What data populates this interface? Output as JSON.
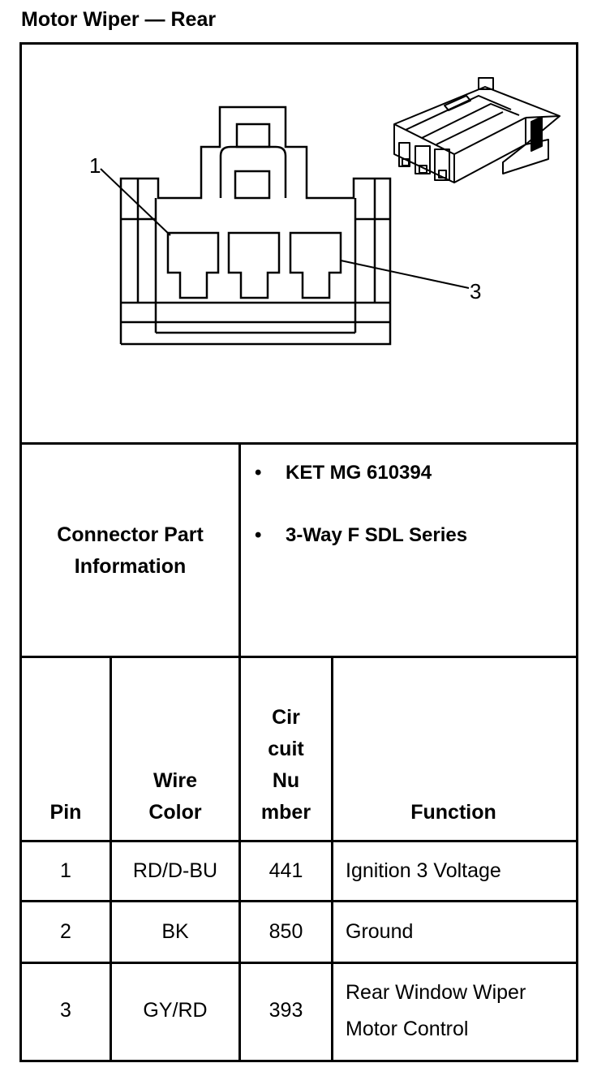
{
  "title": "Motor Wiper — Rear",
  "figure": {
    "callouts": [
      "1",
      "3"
    ],
    "colors": {
      "stroke": "#000000",
      "background": "#ffffff"
    }
  },
  "part_info": {
    "label_line1": "Connector Part",
    "label_line2": "Information",
    "items": [
      "KET MG 610394",
      "3-Way F SDL Series"
    ],
    "bullet": "•"
  },
  "pin_table": {
    "headers": {
      "pin": [
        "Pin"
      ],
      "wire_color": [
        "Wire",
        "Color"
      ],
      "circuit": [
        "Cir",
        "cuit",
        "Nu",
        "mber"
      ],
      "function": [
        "Function"
      ]
    },
    "rows": [
      {
        "pin": "1",
        "wire_color": "RD/D-BU",
        "circuit": "441",
        "function": [
          "Ignition 3 Voltage"
        ]
      },
      {
        "pin": "2",
        "wire_color": "BK",
        "circuit": "850",
        "function": [
          "Ground"
        ]
      },
      {
        "pin": "3",
        "wire_color": "GY/RD",
        "circuit": "393",
        "function": [
          "Rear Window Wiper",
          "Motor Control"
        ]
      }
    ]
  }
}
